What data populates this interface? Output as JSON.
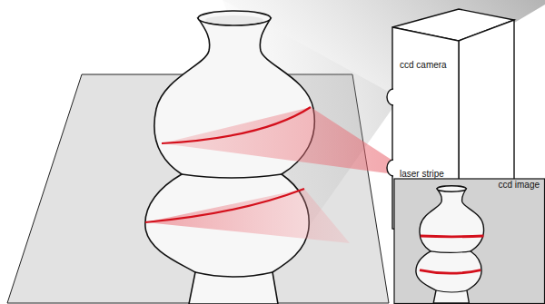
{
  "diagram": {
    "nodes": [
      {
        "text": [
          "ccd camera",
          "laser stripe"
        ]
      },
      {
        "text": [
          "ccd image"
        ]
      }
    ]
  }
}
